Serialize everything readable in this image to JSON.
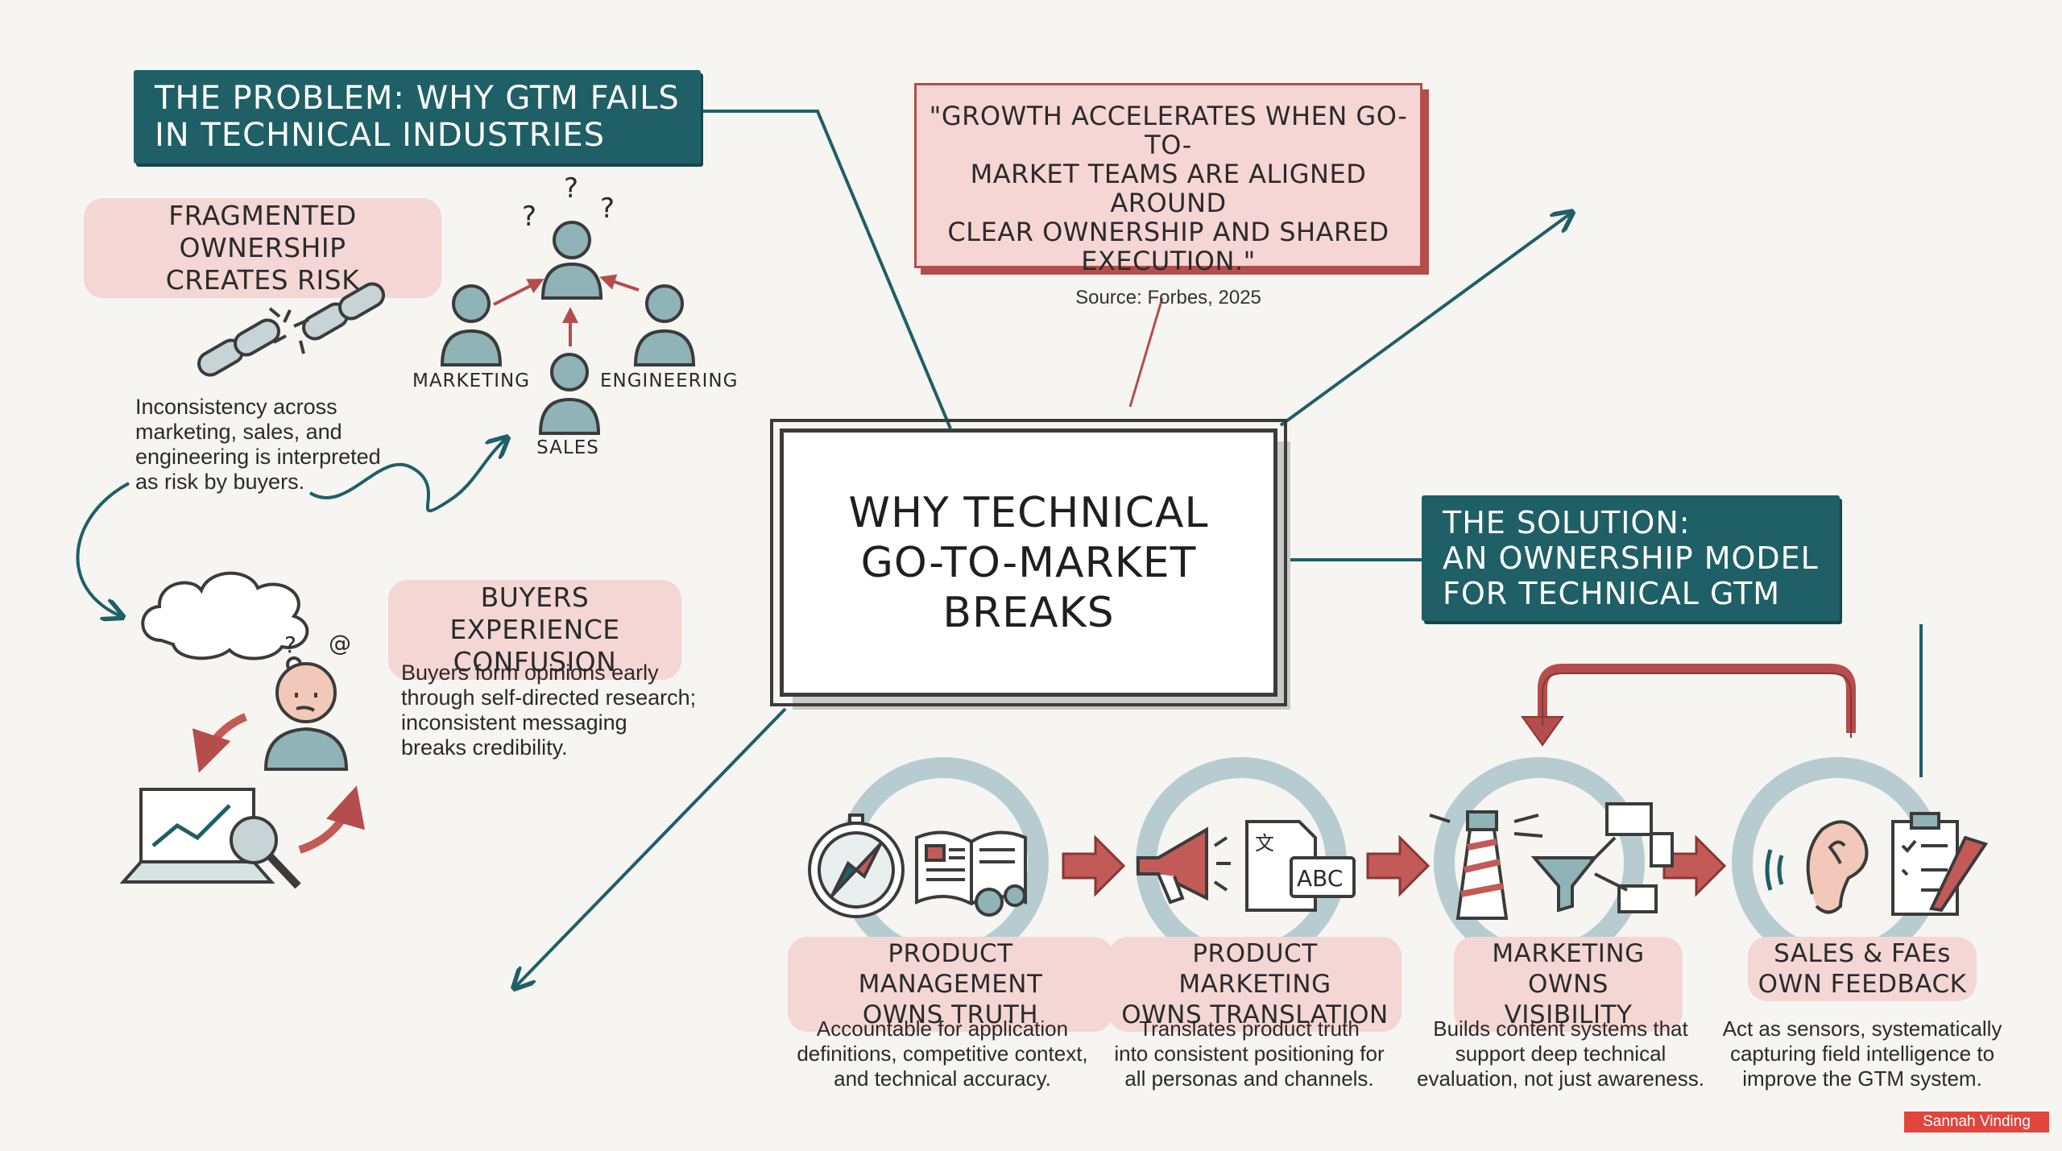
{
  "problem": {
    "banner": "THE PROBLEM: WHY GTM FAILS\nIN TECHNICAL INDUSTRIES",
    "fragmented_pill": "FRAGMENTED OWNERSHIP\nCREATES RISK",
    "fragmented_text": "Inconsistency across\nmarketing, sales, and\nengineering is interpreted\nas risk by buyers.",
    "team_labels": {
      "marketing": "MARKETING",
      "engineering": "ENGINEERING",
      "sales": "SALES"
    },
    "confusion_pill": "BUYERS EXPERIENCE\nCONFUSION",
    "confusion_text": "Buyers form opinions early\nthrough self-directed research;\ninconsistent messaging\nbreaks credibility."
  },
  "quote": {
    "text": "\"GROWTH ACCELERATES WHEN GO-TO-\nMARKET TEAMS ARE ALIGNED AROUND\nCLEAR OWNERSHIP AND SHARED\nEXECUTION.\"",
    "source": "Source: Forbes, 2025"
  },
  "center": {
    "title": "WHY TECHNICAL\nGO-TO-MARKET\nBREAKS"
  },
  "solution": {
    "banner": "THE SOLUTION:\nAN OWNERSHIP MODEL\nFOR TECHNICAL GTM",
    "abc_label": "ABC",
    "stages": [
      {
        "title": "PRODUCT MANAGEMENT\nOWNS TRUTH",
        "text": "Accountable for application\ndefinitions, competitive context,\nand technical accuracy."
      },
      {
        "title": "PRODUCT MARKETING\nOWNS TRANSLATION",
        "text": "Translates product truth\ninto consistent positioning for\nall personas and channels."
      },
      {
        "title": "MARKETING\nOWNS VISIBILITY",
        "text": "Builds content systems that\nsupport deep technical\nevaluation, not just awareness."
      },
      {
        "title": "SALES & FAEs\nOWN FEEDBACK",
        "text": "Act as sensors, systematically\ncapturing field intelligence to\nimprove the GTM system."
      }
    ]
  },
  "watermark": "Sannah Vinding",
  "colors": {
    "teal": "#1f5f66",
    "accent_red": "#b44d4b",
    "pink": "#f4d7d4",
    "ring": "#b7ccd0",
    "icon_fill": "#8fb3b6"
  }
}
